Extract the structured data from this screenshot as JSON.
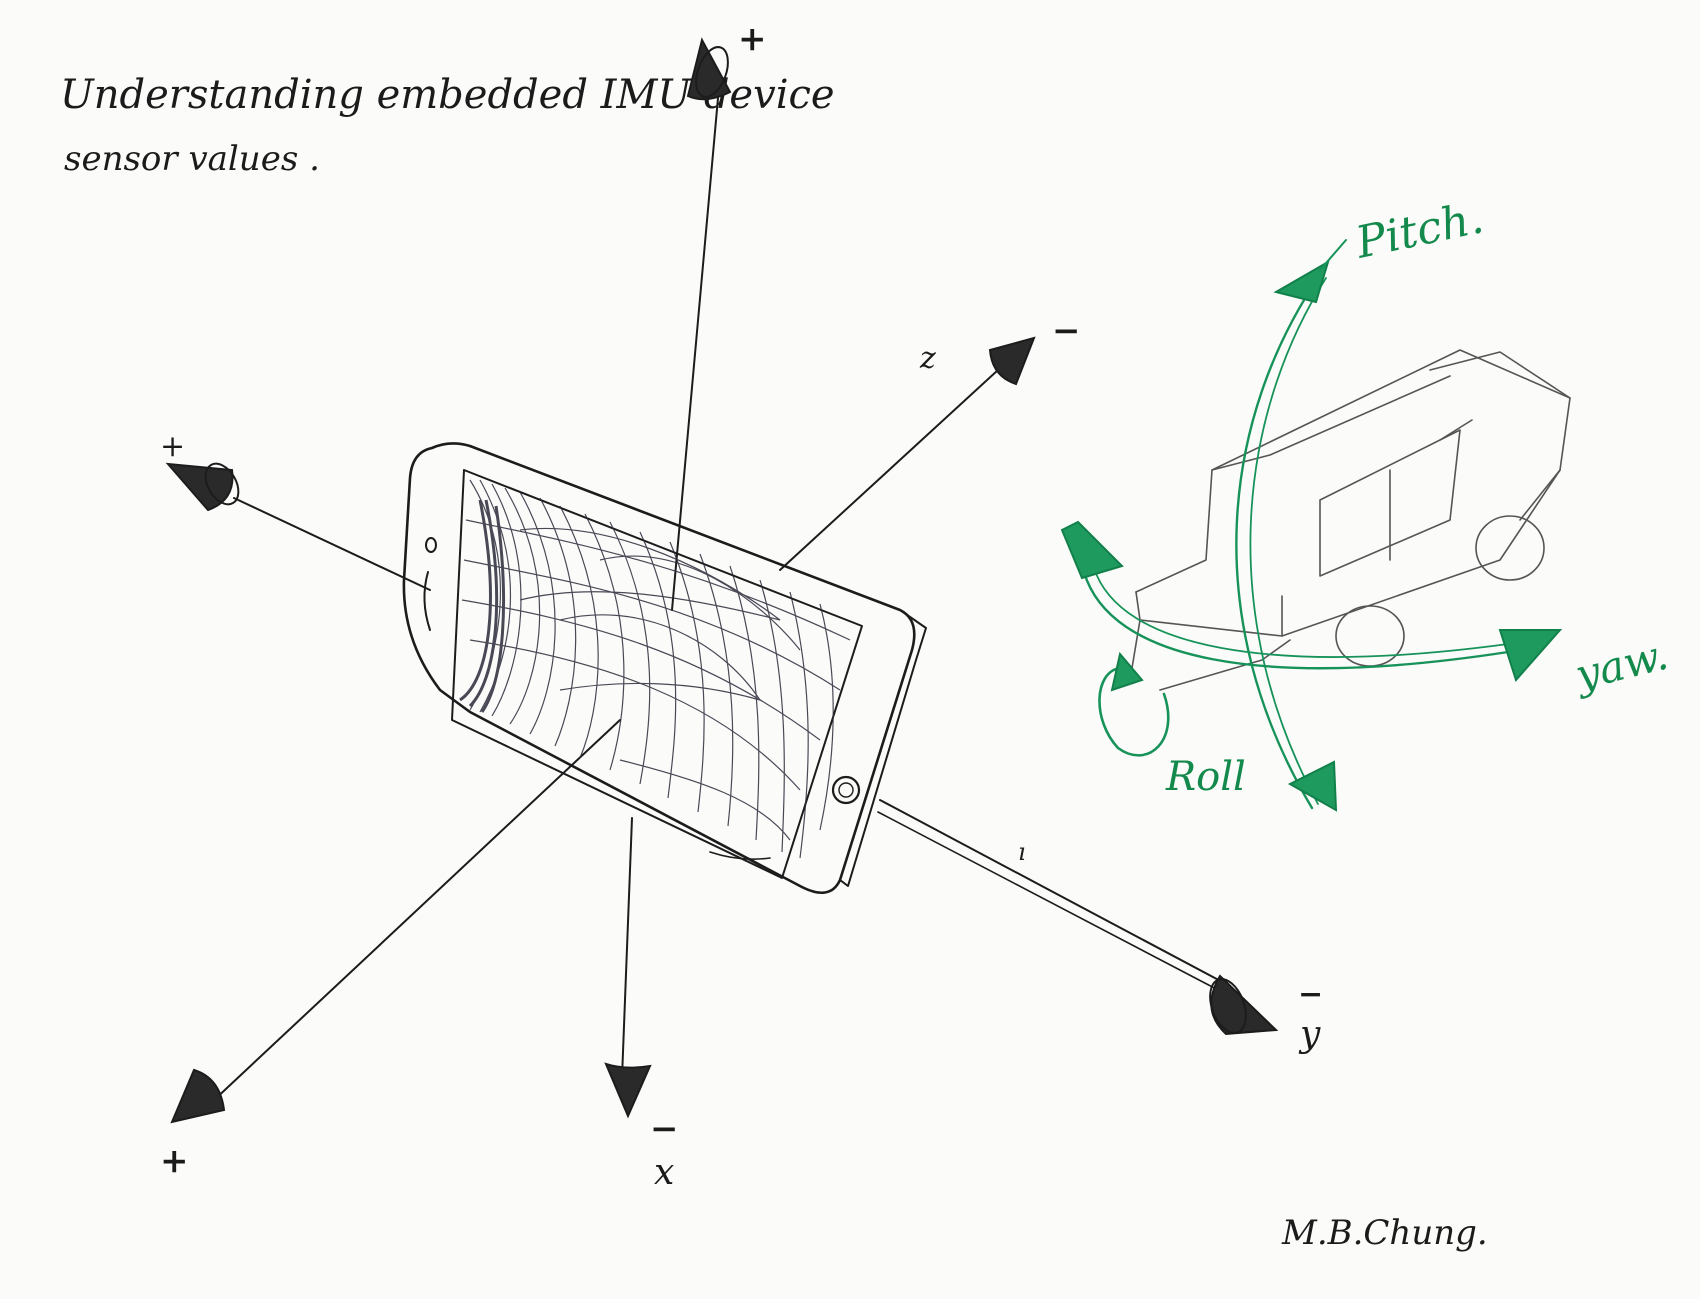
{
  "title": {
    "line1": "Understanding embedded IMU device",
    "line2": "sensor values ."
  },
  "axes": {
    "vertical_top_sign": "+",
    "vertical_bottom_sign": "−",
    "vertical_bottom_label": "x",
    "z_label": "z",
    "z_sign": "−",
    "left_top_sign": "+",
    "left_bottom_sign": "+",
    "y_sign": "−",
    "y_label": "y",
    "small_tick": "ı"
  },
  "motion": {
    "pitch": "Pitch.",
    "yaw": "yaw.",
    "roll": "Roll"
  },
  "signature": "M.B.Chung.",
  "colors": {
    "ink": "#1c1c1c",
    "green": "#17935a",
    "board": "#fbfbfa"
  }
}
